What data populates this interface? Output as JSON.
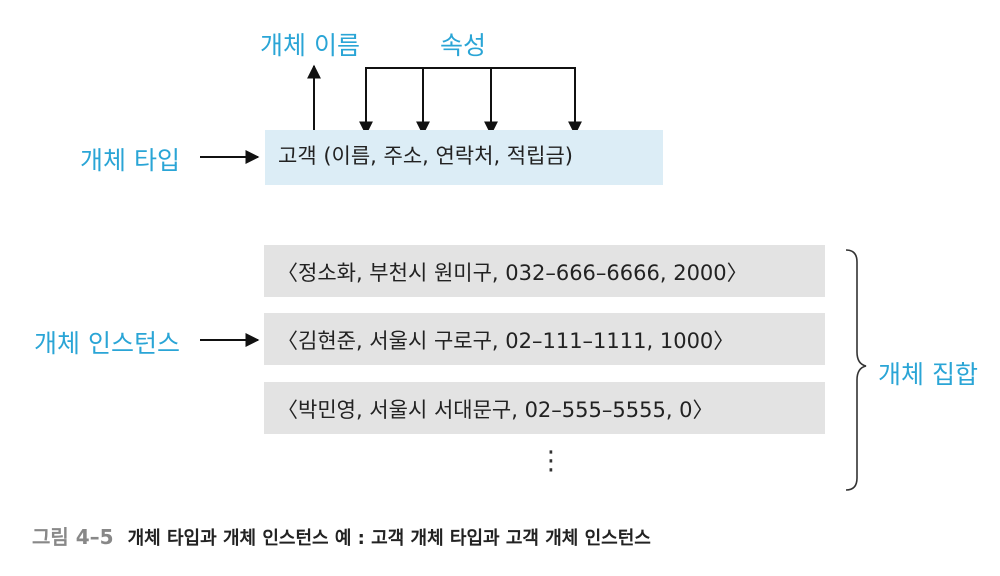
{
  "labels": {
    "entity_name": "개체 이름",
    "attributes": "속성",
    "entity_type": "개체 타입",
    "entity_instance": "개체 인스턴스",
    "entity_set": "개체 집합"
  },
  "entity_type_text": "고객 (이름, 주소, 연락처, 적립금)",
  "instances": [
    "〈정소화, 부천시 원미구, 032–666–6666, 2000〉",
    "〈김현준, 서울시 구로구, 02–111–1111, 1000〉",
    "〈박민영, 서울시 서대문구, 02–555–5555, 0〉"
  ],
  "continuation": "⋮",
  "caption": {
    "number": "그림 4–5",
    "text": "개체 타입과 개체 인스턴스 예 : 고객 개체 타입과 고객 개체 인스턴스"
  },
  "colors": {
    "label_blue": "#2aa5d6",
    "type_box": "#dcedf6",
    "instance_box": "#e3e3e3"
  }
}
